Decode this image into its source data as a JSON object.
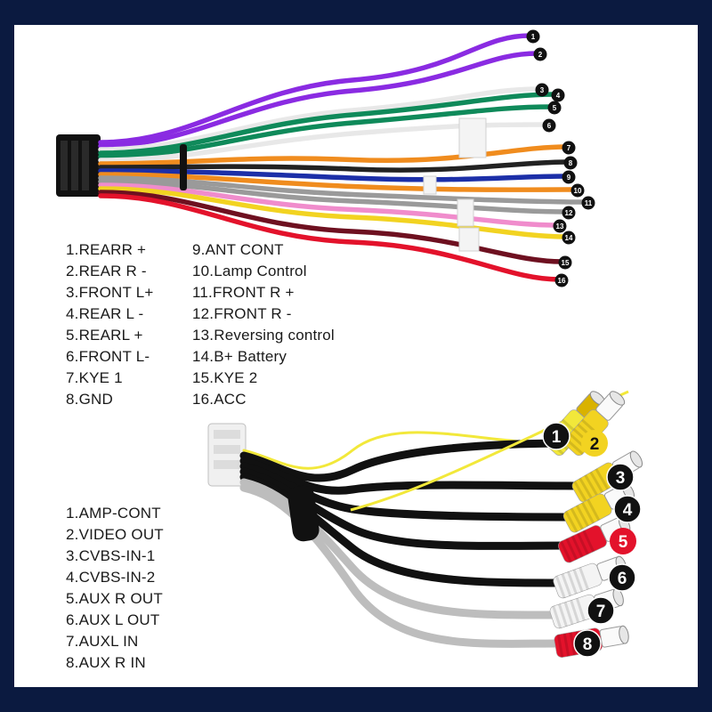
{
  "harness": {
    "legend_left": [
      "1.REARR +",
      "2.REAR R -",
      "3.FRONT L+",
      "4.REAR L -",
      "5.REARL +",
      "6.FRONT L-",
      "7.KYE 1",
      "8.GND"
    ],
    "legend_right": [
      "9.ANT CONT",
      "10.Lamp Control",
      "11.FRONT R +",
      "12.FRONT R -",
      "13.Reversing control",
      "14.B+ Battery",
      "15.KYE 2",
      "16.ACC"
    ],
    "wire_numbers": [
      "1",
      "2",
      "3",
      "4",
      "5",
      "6",
      "7",
      "8",
      "9",
      "10",
      "11",
      "12",
      "13",
      "14",
      "15",
      "16"
    ],
    "wire_colors": [
      "#8a2be2",
      "#8a2be2",
      "#e8e8e8",
      "#0f8a5a",
      "#0f8a5a",
      "#e8e8e8",
      "#f08c1e",
      "#222222",
      "#1c2fa8",
      "#f08c1e",
      "#9a9a9a",
      "#9a9a9a",
      "#f08ccc",
      "#f2d321",
      "#6e1020",
      "#e3122b"
    ]
  },
  "rca": {
    "legend": [
      "1.AMP-CONT",
      "2.VIDEO OUT",
      "3.CVBS-IN-1",
      "4.CVBS-IN-2",
      "5.AUX R OUT",
      "6.AUX L OUT",
      "7.AUXL IN",
      "8.AUX R IN"
    ],
    "plug_numbers": [
      "1",
      "2",
      "3",
      "4",
      "5",
      "6",
      "7",
      "8"
    ],
    "plug_colors": [
      "#f2e83a",
      "#f2d321",
      "#f2d321",
      "#f2d321",
      "#e3122b",
      "#f4f4f4",
      "#f4f4f4",
      "#e3122b"
    ]
  }
}
